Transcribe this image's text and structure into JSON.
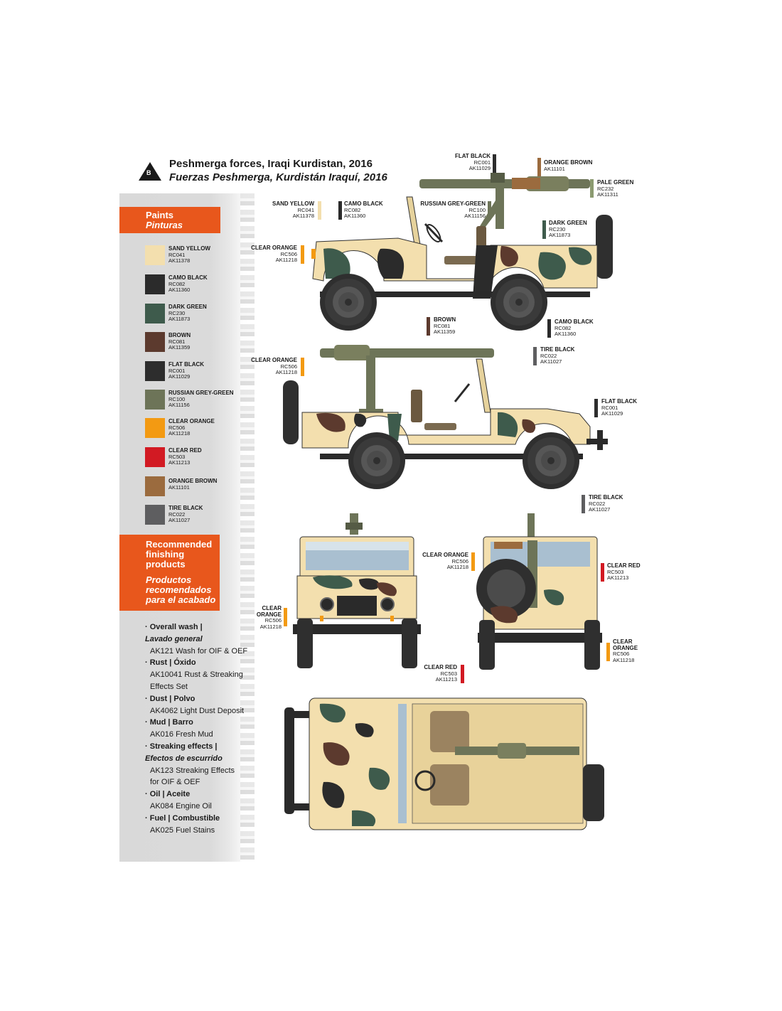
{
  "title": {
    "badge": "B",
    "en": "Peshmerga forces, Iraqi Kurdistan, 2016",
    "es": "Fuerzas Peshmerga, Kurdistán Iraquí, 2016"
  },
  "paints_header": {
    "en": "Paints",
    "es": "Pinturas"
  },
  "paints": [
    {
      "name": "SAND YELLOW",
      "codes": [
        "RC041",
        "AK11378"
      ],
      "color": "#f3dfae"
    },
    {
      "name": "CAMO BLACK",
      "codes": [
        "RC082",
        "AK11360"
      ],
      "color": "#2b2b2b"
    },
    {
      "name": "DARK GREEN",
      "codes": [
        "RC230",
        "AK11873"
      ],
      "color": "#3e5b4c"
    },
    {
      "name": "BROWN",
      "codes": [
        "RC081",
        "AK11359"
      ],
      "color": "#5c3a2e"
    },
    {
      "name": "FLAT BLACK",
      "codes": [
        "RC001",
        "AK11029"
      ],
      "color": "#2d2d2d"
    },
    {
      "name": "RUSSIAN GREY-GREEN",
      "codes": [
        "RC100",
        "AK11156"
      ],
      "color": "#6d7458"
    },
    {
      "name": "CLEAR ORANGE",
      "codes": [
        "RC506",
        "AK11218"
      ],
      "color": "#f39a12"
    },
    {
      "name": "CLEAR RED",
      "codes": [
        "RC503",
        "AK11213"
      ],
      "color": "#d21a23"
    },
    {
      "name": "ORANGE BROWN",
      "codes": [
        "AK11101"
      ],
      "color": "#9b6b3e"
    },
    {
      "name": "TIRE BLACK",
      "codes": [
        "RC022",
        "AK11027"
      ],
      "color": "#5e5e60"
    }
  ],
  "finishing_header": {
    "en": [
      "Recommended",
      "finishing",
      "products"
    ],
    "es": [
      "Productos",
      "recomendados",
      "para el acabado"
    ]
  },
  "finishing_products": [
    {
      "cat": "Overall wash |",
      "es": "Lavado general",
      "items": [
        "AK121 Wash for OIF & OEF"
      ]
    },
    {
      "cat": "Rust | Óxido",
      "es": "",
      "items": [
        "AK10041 Rust & Streaking",
        "Effects Set"
      ]
    },
    {
      "cat": "Dust | Polvo",
      "es": "",
      "items": [
        "AK4062 Light Dust Deposit"
      ]
    },
    {
      "cat": "Mud | Barro",
      "es": "",
      "items": [
        "AK016 Fresh Mud"
      ]
    },
    {
      "cat": "Streaking effects |",
      "es": "Efectos de escurrido",
      "items": [
        "AK123 Streaking Effects",
        "for OIF & OEF"
      ]
    },
    {
      "cat": "Oil | Aceite",
      "es": "",
      "items": [
        "AK084 Engine Oil"
      ]
    },
    {
      "cat": "Fuel | Combustible",
      "es": "",
      "items": [
        "AK025 Fuel Stains"
      ]
    }
  ],
  "callouts": {
    "side1_flat_black": {
      "name": "FLAT BLACK",
      "codes": [
        "RC001",
        "AK11029"
      ],
      "color": "#2d2d2d"
    },
    "side1_orange_brown": {
      "name": "ORANGE BROWN",
      "codes": [
        "AK11101"
      ],
      "color": "#9b6b3e"
    },
    "side1_pale_green": {
      "name": "PALE GREEN",
      "codes": [
        "RC232",
        "AK11311"
      ],
      "color": "#8b9a70"
    },
    "side1_sand_yellow": {
      "name": "SAND YELLOW",
      "codes": [
        "RC041",
        "AK11378"
      ],
      "color": "#f3dfae"
    },
    "side1_camo_black": {
      "name": "CAMO BLACK",
      "codes": [
        "RC082",
        "AK11360"
      ],
      "color": "#2b2b2b"
    },
    "side1_russian_grey_green": {
      "name": "RUSSIAN GREY-GREEN",
      "codes": [
        "RC100",
        "AK11156"
      ],
      "color": "#6d7458"
    },
    "side1_dark_green": {
      "name": "DARK GREEN",
      "codes": [
        "RC230",
        "AK11873"
      ],
      "color": "#3e5b4c"
    },
    "side1_clear_orange": {
      "name": "CLEAR ORANGE",
      "codes": [
        "RC506",
        "AK11218"
      ],
      "color": "#f39a12"
    },
    "side1_brown": {
      "name": "BROWN",
      "codes": [
        "RC081",
        "AK11359"
      ],
      "color": "#5c3a2e"
    },
    "side1_camo_black_2": {
      "name": "CAMO BLACK",
      "codes": [
        "RC082",
        "AK11360"
      ],
      "color": "#2b2b2b"
    },
    "side1_tire_black": {
      "name": "TIRE BLACK",
      "codes": [
        "RC022",
        "AK11027"
      ],
      "color": "#5e5e60"
    },
    "side2_clear_orange": {
      "name": "CLEAR ORANGE",
      "codes": [
        "RC506",
        "AK11218"
      ],
      "color": "#f39a12"
    },
    "side2_flat_black": {
      "name": "FLAT BLACK",
      "codes": [
        "RC001",
        "AK11029"
      ],
      "color": "#2d2d2d"
    },
    "side2_tire_black": {
      "name": "TIRE BLACK",
      "codes": [
        "RC022",
        "AK11027"
      ],
      "color": "#5e5e60"
    },
    "front_clear_orange": {
      "name": "CLEAR ORANGE",
      "codes": [
        "RC506",
        "AK11218"
      ],
      "color": "#f39a12"
    },
    "rear_clear_orange": {
      "name": "CLEAR ORANGE",
      "codes": [
        "RC506",
        "AK11218"
      ],
      "color": "#f39a12"
    },
    "rear_clear_red": {
      "name": "CLEAR RED",
      "codes": [
        "RC503",
        "AK11213"
      ],
      "color": "#d21a23"
    },
    "rear_clear_red_2": {
      "name": "CLEAR RED",
      "codes": [
        "RC503",
        "AK11213"
      ],
      "color": "#d21a23"
    },
    "rear_clear_orange_2": {
      "name": "CLEAR ORANGE",
      "codes": [
        "RC506",
        "AK11218"
      ],
      "color": "#f39a12"
    }
  }
}
